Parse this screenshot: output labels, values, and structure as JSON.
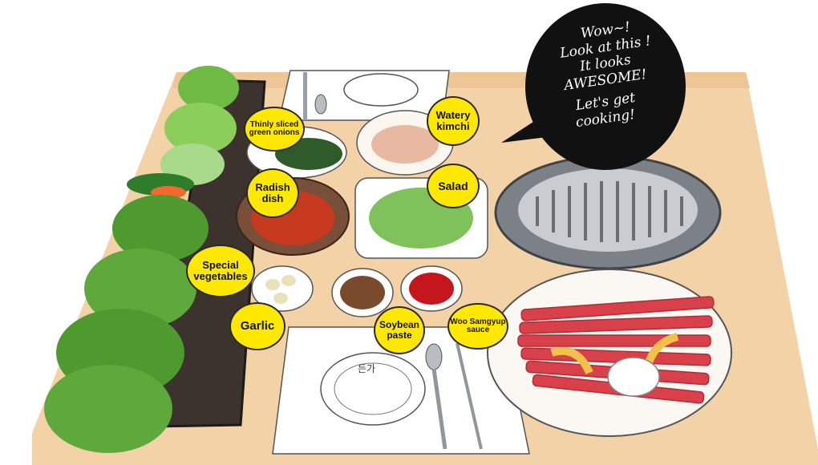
{
  "labels": {
    "green_onions": [
      "Thinly sliced",
      "green onions"
    ],
    "watery_kimchi": [
      "Watery",
      "kimchi"
    ],
    "radish_dish": [
      "Radish",
      "dish"
    ],
    "salad": "Salad",
    "special_vegetables": [
      "Special",
      "vegetables"
    ],
    "garlic": "Garlic",
    "soybean_paste": [
      "Soybean",
      "paste"
    ],
    "woo_samgyup_sauce": [
      "Woo Samgyup",
      "sauce"
    ]
  },
  "speech_bubble": {
    "lines": [
      "Wow~!",
      "Look at this !",
      "It looks",
      "AWESOME!",
      "",
      "Let's get",
      "cooking!"
    ]
  },
  "plate_text": "든가",
  "colors": {
    "table": "#f4d2a8",
    "label_fill": "#ffe800",
    "bubble": "#111111",
    "lettuce": "#5fa83c",
    "meat": "#d8404a"
  }
}
